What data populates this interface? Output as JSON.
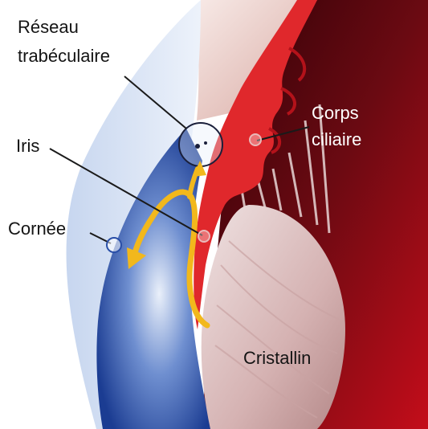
{
  "labels": {
    "reseau_line1": "Réseau",
    "reseau_line2": "trabéculaire",
    "corps_line1": "Corps",
    "corps_line2": "ciliaire",
    "iris": "Iris",
    "cornee": "Cornée",
    "cristallin": "Cristallin"
  },
  "colors": {
    "cornea_blue": "#2a4fa8",
    "cornea_light": "#dbe6f5",
    "iris_red": "#e0282c",
    "ciliary_dark": "#5a0a10",
    "lens_pink": "#d9b9b8",
    "flow_arrow": "#f2b81c"
  },
  "icons": {
    "flow_arrow": "aqueous-flow-arrow-icon",
    "marker": "circle-marker-icon",
    "magnifier": "trabecular-zoom-circle-icon"
  }
}
